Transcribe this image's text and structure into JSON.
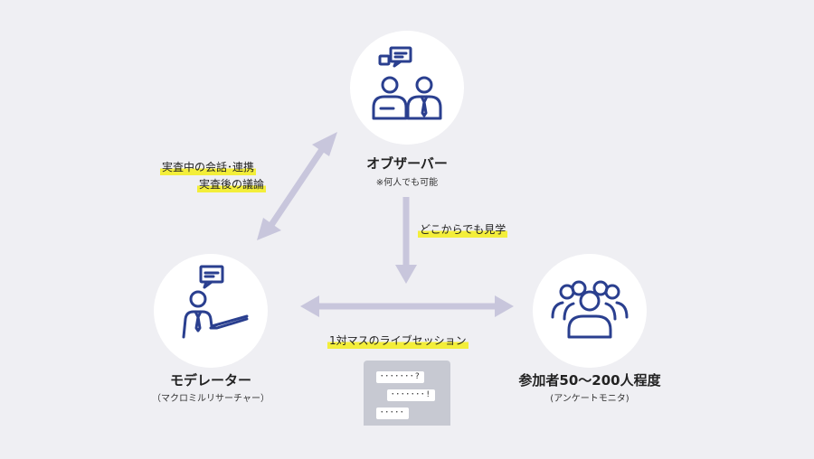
{
  "nodes": {
    "observer": {
      "title": "オブザーバー",
      "subtitle": "※何人でも可能"
    },
    "moderator": {
      "title": "モデレーター",
      "subtitle": "（マクロミルリサーチャー）"
    },
    "participants": {
      "title": "参加者50〜200人程度",
      "subtitle": "(アンケートモニタ)"
    }
  },
  "edges": {
    "observer_moderator": {
      "line1": "実査中の会話･連携",
      "line2": "実査後の議論"
    },
    "observer_session": {
      "label": "どこからでも見学"
    },
    "moderator_participants": {
      "label": "1対マスのライブセッション"
    }
  },
  "chat": {
    "bubbles": [
      "･･･････?",
      "･･･････!",
      "･････"
    ]
  },
  "colors": {
    "icon": "#2a3f8f",
    "arrow": "#c8c6dc",
    "highlight": "#f3ee3a",
    "background": "#efeff3",
    "chat_panel": "#c7c9d2"
  },
  "icons": {
    "observer": "two-people-chat-icon",
    "moderator": "presenter-speech-icon",
    "participants": "group-people-icon"
  }
}
